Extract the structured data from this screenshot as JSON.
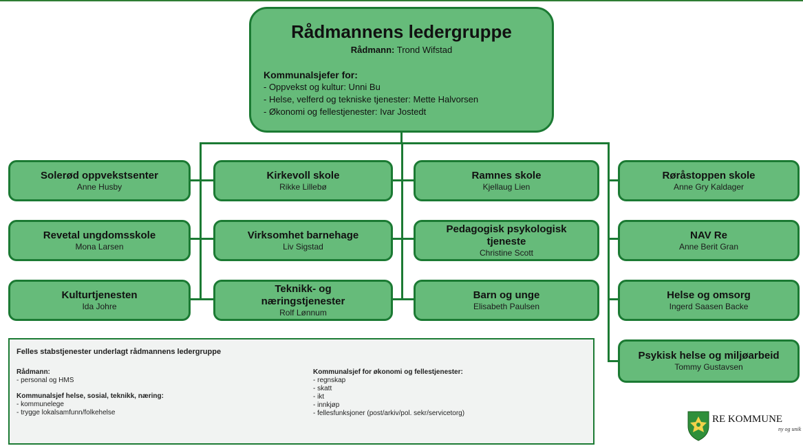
{
  "top": {
    "title": "Rådmannens ledergruppe",
    "sub_label": "Rådmann:",
    "sub_name": "Trond Wifstad",
    "list_header": "Kommunalsjefer for:",
    "list": [
      "- Oppvekst og kultur: Unni Bu",
      "- Helse, velferd og tekniske tjenester: Mette Halvorsen",
      "- Økonomi og fellestjenester: Ivar Jostedt"
    ]
  },
  "units": {
    "c1": [
      {
        "title": "Solerød oppvekstsenter",
        "name": "Anne Husby"
      },
      {
        "title": "Revetal ungdomsskole",
        "name": "Mona Larsen"
      },
      {
        "title": "Kulturtjenesten",
        "name": "Ida Johre"
      }
    ],
    "c2": [
      {
        "title": "Kirkevoll skole",
        "name": "Rikke Lillebø"
      },
      {
        "title": "Virksomhet barnehage",
        "name": "Liv Sigstad"
      },
      {
        "title": "Teknikk- og næringstjenester",
        "name": "Rolf Lønnum"
      }
    ],
    "c3": [
      {
        "title": "Ramnes skole",
        "name": "Kjellaug Lien"
      },
      {
        "title": "Pedagogisk psykologisk tjeneste",
        "name": "Christine Scott"
      },
      {
        "title": "Barn og unge",
        "name": "Elisabeth Paulsen"
      }
    ],
    "c4": [
      {
        "title": "Røråstoppen skole",
        "name": "Anne Gry Kaldager"
      },
      {
        "title": "NAV Re",
        "name": "Anne Berit Gran"
      },
      {
        "title": "Helse og omsorg",
        "name": "Ingerd Saasen Backe"
      },
      {
        "title": "Psykisk helse og miljøarbeid",
        "name": "Tommy Gustavsen"
      }
    ]
  },
  "staff": {
    "title": "Felles stabstjenester underlagt rådmannens ledergruppe",
    "left": {
      "g1_header": "Rådmann:",
      "g1_items": [
        "- personal og HMS"
      ],
      "g2_header": "Kommunalsjef helse, sosial, teknikk, næring:",
      "g2_items": [
        "- kommunelege",
        "- trygge lokalsamfunn/folkehelse"
      ]
    },
    "right": {
      "header": "Kommunalsjef for økonomi og fellestjenester:",
      "items": [
        "- regnskap",
        "- skatt",
        "- ikt",
        "- innkjøp",
        "- fellesfunksjoner (post/arkiv/pol. sekr/servicetorg)"
      ]
    }
  },
  "logo": {
    "name": "RE KOMMUNE",
    "tagline": "ny og unik"
  },
  "colors": {
    "box_fill": "#66bb7a",
    "box_border": "#1b7a33",
    "staff_fill": "#f1f3f2"
  }
}
